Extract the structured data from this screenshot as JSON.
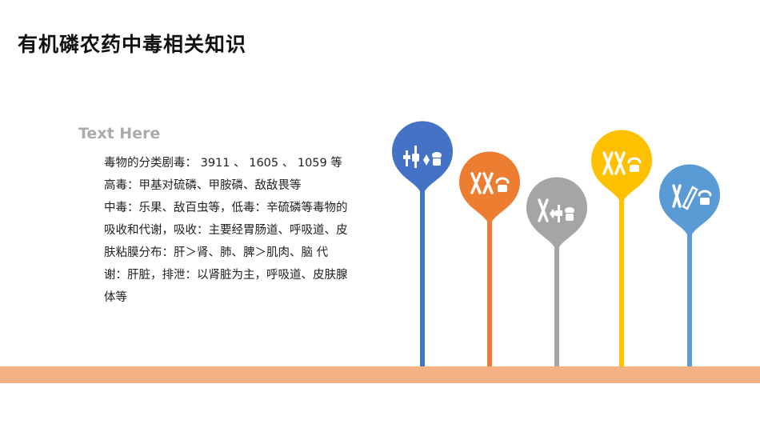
{
  "slide": {
    "title": "有机磷农药中毒相关知识",
    "subtitle": "Text Here",
    "body": "毒物的分类剧毒： 3911 、 1605 、 1059 等\n高毒：甲基对硫磷、甲胺磷、敌敌畏等\n中毒：乐果、敌百虫等，低毒：辛硫磷等毒物的吸收和代谢，吸收：主要经胃肠道、呼吸道、皮肤粘膜分布：肝＞肾、肺、脾＞肌肉、脑 代谢：肝脏，排泄：以肾脏为主，呼吸道、皮肤腺体等"
  },
  "colors": {
    "ground": "#f4b183",
    "pin1": "#4472c4",
    "pin2": "#ed7d31",
    "pin3": "#a5a5a5",
    "pin4": "#ffc000",
    "pin5": "#5b9bd5"
  },
  "pins": [
    {
      "color": "#4472c4",
      "icon": "chromosome-telephone-icon"
    },
    {
      "color": "#ed7d31",
      "icon": "chromosome-telephone-icon"
    },
    {
      "color": "#a5a5a5",
      "icon": "chromosome-telephone-icon"
    },
    {
      "color": "#ffc000",
      "icon": "chromosome-telephone-icon"
    },
    {
      "color": "#5b9bd5",
      "icon": "chromosome-pencil-telephone-icon"
    }
  ]
}
